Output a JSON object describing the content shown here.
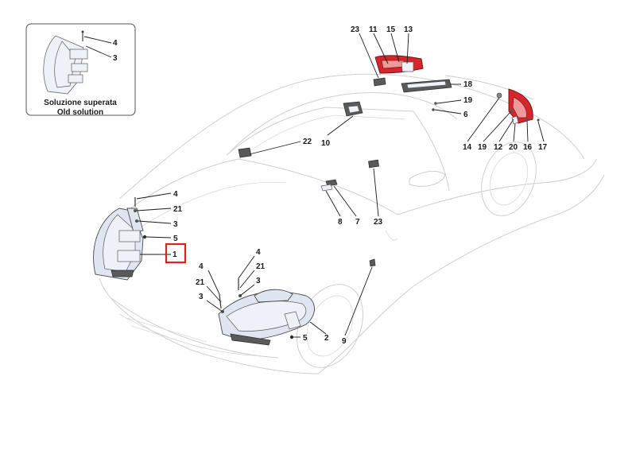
{
  "inset": {
    "title_it": "Soluzione superata",
    "title_en": "Old solution",
    "callouts": [
      "4",
      "3"
    ]
  },
  "callouts": {
    "c23_top": "23",
    "c11": "11",
    "c15": "15",
    "c13": "13",
    "c18": "18",
    "c19_a": "19",
    "c6": "6",
    "c14": "14",
    "c19_b": "19",
    "c12": "12",
    "c20": "20",
    "c16": "16",
    "c17": "17",
    "c22": "22",
    "c10": "10",
    "c4_left": "4",
    "c21_left": "21",
    "c3_left": "3",
    "c5_left": "5",
    "c1": "1",
    "c8": "8",
    "c7": "7",
    "c23_mid": "23",
    "c4_hl_a": "4",
    "c4_hl_b": "4",
    "c21_hl_a": "21",
    "c21_hl_b": "21",
    "c3_hl_a": "3",
    "c3_hl_b": "3",
    "c5_hl": "5",
    "c2": "2",
    "c9": "9"
  },
  "highlight": {
    "color": "#e02020",
    "callout": "1"
  },
  "colors": {
    "tail_light": "#d6262c",
    "headlight": "#dfe6f2",
    "car_outline": "#cfcfcf"
  }
}
